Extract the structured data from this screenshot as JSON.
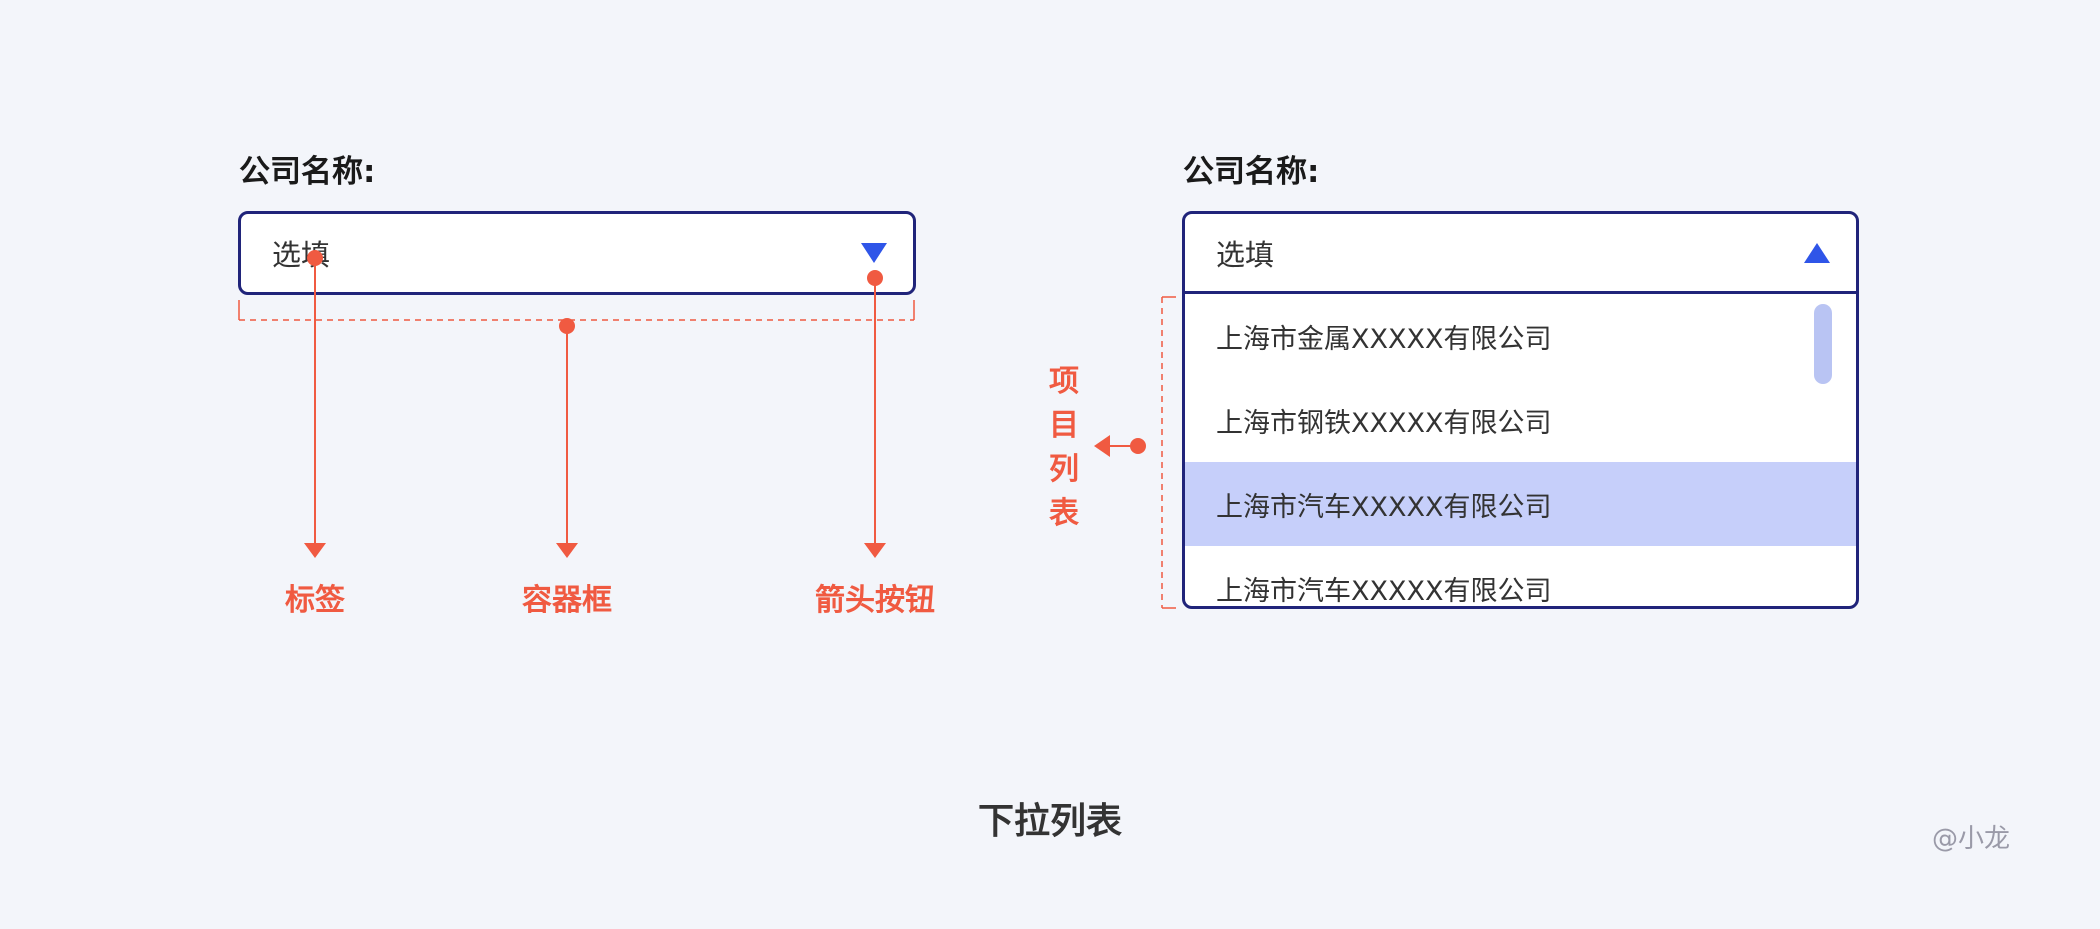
{
  "left_example": {
    "label": "公司名称:",
    "value": "选填"
  },
  "right_example": {
    "label": "公司名称:",
    "value": "选填",
    "items": [
      {
        "text": "上海市金属XXXXX有限公司"
      },
      {
        "text": "上海市钢铁XXXXX有限公司"
      },
      {
        "text": "上海市汽车XXXXX有限公司"
      },
      {
        "text": "上海市汽车XXXXX有限公司"
      }
    ],
    "highlighted_index": 2
  },
  "annotations": {
    "label": "标签",
    "container": "容器框",
    "arrow_button": "箭头按钮",
    "item_list": [
      "项",
      "目",
      "列",
      "表"
    ]
  },
  "title": "下拉列表",
  "signature": "@小龙",
  "colors": {
    "border": "#20247a",
    "accent_arrow": "#2f55e8",
    "annotation": "#f05a41",
    "highlight": "#c6cffa",
    "scrollbar": "#b9c4f3",
    "background": "#f3f5fa"
  },
  "icons": {
    "collapsed_arrow": "triangle-down-icon",
    "expanded_arrow": "triangle-up-icon"
  }
}
